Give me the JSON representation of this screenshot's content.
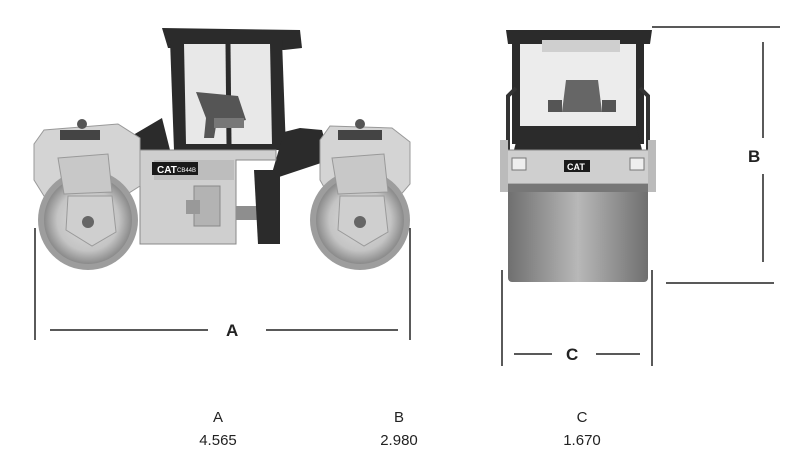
{
  "dimensions": {
    "labels": {
      "a": "A",
      "b": "B",
      "c": "C"
    },
    "table": [
      {
        "label": "A",
        "value": "4.565"
      },
      {
        "label": "B",
        "value": "2.980"
      },
      {
        "label": "C",
        "value": "1.670"
      }
    ]
  },
  "branding": {
    "side_logo": "CAT",
    "side_model": "CB44B",
    "front_logo": "CAT"
  },
  "colors": {
    "body": "#cfcfcf",
    "dark": "#2b2b2b",
    "drum": "#9a9a9a",
    "line": "#222222"
  }
}
